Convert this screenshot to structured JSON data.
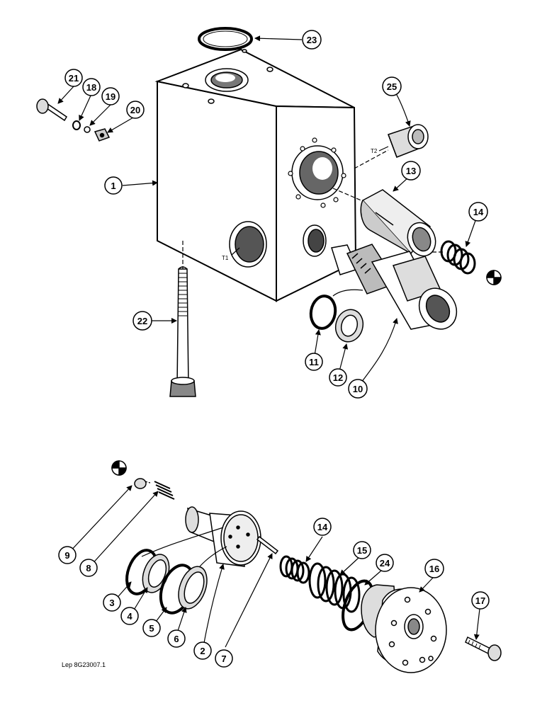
{
  "diagram": {
    "reference": "Lep 8G23007.1",
    "port_labels": {
      "t1": "T1",
      "t2": "T2"
    },
    "callouts": {
      "c1": "1",
      "c2": "2",
      "c3": "3",
      "c4": "4",
      "c5": "5",
      "c6": "6",
      "c7": "7",
      "c8": "8",
      "c9": "9",
      "c10": "10",
      "c11": "11",
      "c12": "12",
      "c13": "13",
      "c14a": "14",
      "c14b": "14",
      "c15": "15",
      "c16": "16",
      "c17": "17",
      "c18": "18",
      "c19": "19",
      "c20": "20",
      "c21": "21",
      "c22": "22",
      "c23": "23",
      "c24": "24",
      "c25": "25"
    }
  }
}
